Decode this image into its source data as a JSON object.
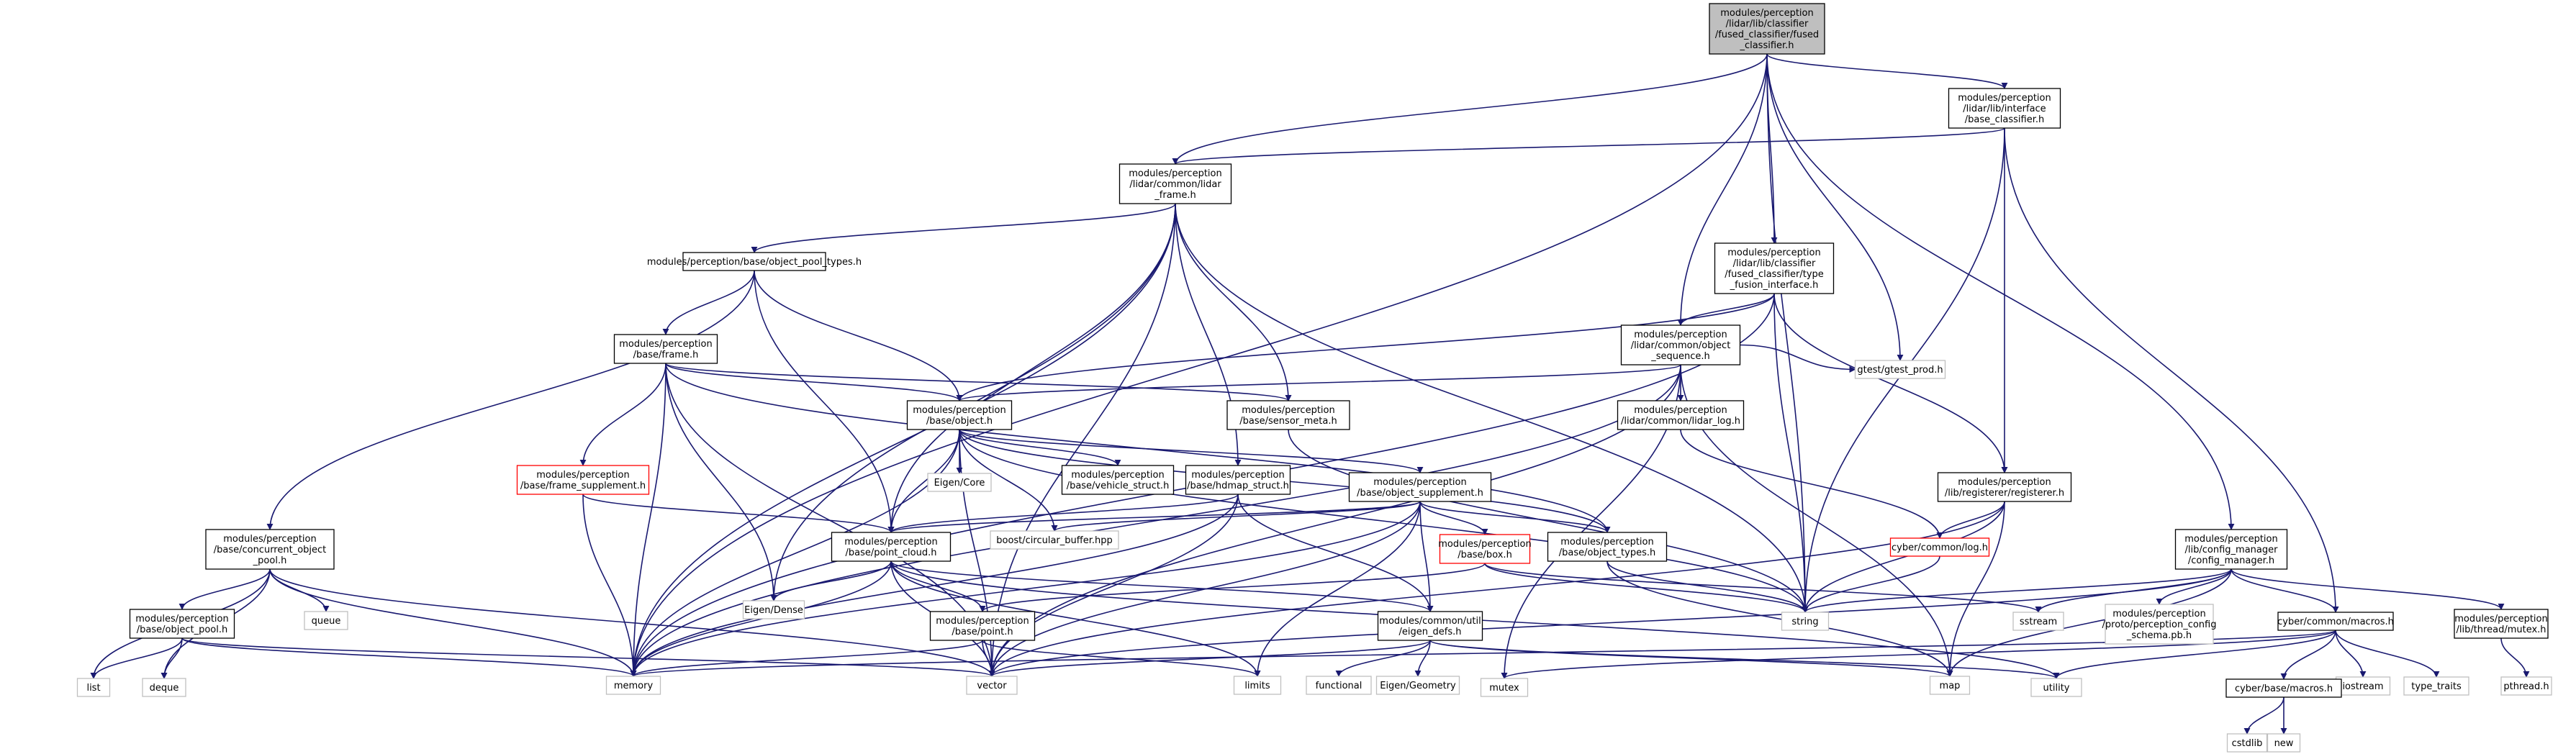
{
  "colors": {
    "edge": "#191970",
    "root_fill": "#bfbfbf",
    "normal_border": "#000000",
    "missing_border": "#ff0000",
    "external_border": "#bfbfbf"
  },
  "nodes": [
    {
      "id": "root",
      "lines": [
        "modules/perception",
        "/lidar/lib/classifier",
        "/fused_classifier/fused",
        "_classifier.h"
      ],
      "kind": "root"
    },
    {
      "id": "base_classifier",
      "lines": [
        "modules/perception",
        "/lidar/lib/interface",
        "/base_classifier.h"
      ],
      "kind": "normal"
    },
    {
      "id": "lidar_frame",
      "lines": [
        "modules/perception",
        "/lidar/common/lidar",
        "_frame.h"
      ],
      "kind": "normal"
    },
    {
      "id": "type_fusion",
      "lines": [
        "modules/perception",
        "/lidar/lib/classifier",
        "/fused_classifier/type",
        "_fusion_interface.h"
      ],
      "kind": "normal"
    },
    {
      "id": "object_pool_types",
      "lines": [
        "modules/perception/base/object_pool_types.h"
      ],
      "kind": "normal"
    },
    {
      "id": "object_sequence",
      "lines": [
        "modules/perception",
        "/lidar/common/object",
        "_sequence.h"
      ],
      "kind": "normal"
    },
    {
      "id": "frame",
      "lines": [
        "modules/perception",
        "/base/frame.h"
      ],
      "kind": "normal"
    },
    {
      "id": "object",
      "lines": [
        "modules/perception",
        "/base/object.h"
      ],
      "kind": "normal"
    },
    {
      "id": "sensor_meta",
      "lines": [
        "modules/perception",
        "/base/sensor_meta.h"
      ],
      "kind": "normal"
    },
    {
      "id": "gtest_prod",
      "lines": [
        "gtest/gtest_prod.h"
      ],
      "kind": "external"
    },
    {
      "id": "lidar_log",
      "lines": [
        "modules/perception",
        "/lidar/common/lidar_log.h"
      ],
      "kind": "normal"
    },
    {
      "id": "frame_supplement",
      "lines": [
        "modules/perception",
        "/base/frame_supplement.h"
      ],
      "kind": "missing"
    },
    {
      "id": "eigen_core",
      "lines": [
        "Eigen/Core"
      ],
      "kind": "external"
    },
    {
      "id": "vehicle_struct",
      "lines": [
        "modules/perception",
        "/base/vehicle_struct.h"
      ],
      "kind": "normal"
    },
    {
      "id": "hdmap_struct",
      "lines": [
        "modules/perception",
        "/base/hdmap_struct.h"
      ],
      "kind": "normal"
    },
    {
      "id": "object_supplement",
      "lines": [
        "modules/perception",
        "/base/object_supplement.h"
      ],
      "kind": "normal"
    },
    {
      "id": "registerer",
      "lines": [
        "modules/perception",
        "/lib/registerer/registerer.h"
      ],
      "kind": "normal"
    },
    {
      "id": "config_manager",
      "lines": [
        "modules/perception",
        "/lib/config_manager",
        "/config_manager.h"
      ],
      "kind": "normal"
    },
    {
      "id": "concurrent_object_pool",
      "lines": [
        "modules/perception",
        "/base/concurrent_object",
        "_pool.h"
      ],
      "kind": "normal"
    },
    {
      "id": "point_cloud",
      "lines": [
        "modules/perception",
        "/base/point_cloud.h"
      ],
      "kind": "normal"
    },
    {
      "id": "circular_buffer",
      "lines": [
        "boost/circular_buffer.hpp"
      ],
      "kind": "external"
    },
    {
      "id": "box",
      "lines": [
        "modules/perception",
        "/base/box.h"
      ],
      "kind": "missing"
    },
    {
      "id": "object_types",
      "lines": [
        "modules/perception",
        "/base/object_types.h"
      ],
      "kind": "normal"
    },
    {
      "id": "cyber_log",
      "lines": [
        "cyber/common/log.h"
      ],
      "kind": "missing"
    },
    {
      "id": "queue",
      "lines": [
        "queue"
      ],
      "kind": "external"
    },
    {
      "id": "eigen_dense",
      "lines": [
        "Eigen/Dense"
      ],
      "kind": "external"
    },
    {
      "id": "string",
      "lines": [
        "string"
      ],
      "kind": "external"
    },
    {
      "id": "sstream",
      "lines": [
        "sstream"
      ],
      "kind": "external"
    },
    {
      "id": "perception_config_schema",
      "lines": [
        "modules/perception",
        "/proto/perception_config",
        "_schema.pb.h"
      ],
      "kind": "external"
    },
    {
      "id": "cyber_macros",
      "lines": [
        "cyber/common/macros.h"
      ],
      "kind": "normal"
    },
    {
      "id": "thread_mutex",
      "lines": [
        "modules/perception",
        "/lib/thread/mutex.h"
      ],
      "kind": "normal"
    },
    {
      "id": "object_pool",
      "lines": [
        "modules/perception",
        "/base/object_pool.h"
      ],
      "kind": "normal"
    },
    {
      "id": "point",
      "lines": [
        "modules/perception",
        "/base/point.h"
      ],
      "kind": "normal"
    },
    {
      "id": "eigen_defs",
      "lines": [
        "modules/common/util",
        "/eigen_defs.h"
      ],
      "kind": "normal"
    },
    {
      "id": "list",
      "lines": [
        "list"
      ],
      "kind": "external"
    },
    {
      "id": "deque",
      "lines": [
        "deque"
      ],
      "kind": "external"
    },
    {
      "id": "memory",
      "lines": [
        "memory"
      ],
      "kind": "external"
    },
    {
      "id": "vector",
      "lines": [
        "vector"
      ],
      "kind": "external"
    },
    {
      "id": "limits",
      "lines": [
        "limits"
      ],
      "kind": "external"
    },
    {
      "id": "functional",
      "lines": [
        "functional"
      ],
      "kind": "external"
    },
    {
      "id": "eigen_geometry",
      "lines": [
        "Eigen/Geometry"
      ],
      "kind": "external"
    },
    {
      "id": "mutex",
      "lines": [
        "mutex"
      ],
      "kind": "external"
    },
    {
      "id": "map",
      "lines": [
        "map"
      ],
      "kind": "external"
    },
    {
      "id": "utility",
      "lines": [
        "utility"
      ],
      "kind": "external"
    },
    {
      "id": "iostream",
      "lines": [
        "iostream"
      ],
      "kind": "external"
    },
    {
      "id": "type_traits",
      "lines": [
        "type_traits"
      ],
      "kind": "external"
    },
    {
      "id": "pthread",
      "lines": [
        "pthread.h"
      ],
      "kind": "external"
    },
    {
      "id": "cyber_base_macros",
      "lines": [
        "cyber/base/macros.h"
      ],
      "kind": "normal"
    },
    {
      "id": "cstdlib",
      "lines": [
        "cstdlib"
      ],
      "kind": "external"
    },
    {
      "id": "new",
      "lines": [
        "new"
      ],
      "kind": "external"
    }
  ],
  "edges": [
    [
      "root",
      "base_classifier"
    ],
    [
      "root",
      "lidar_frame"
    ],
    [
      "root",
      "type_fusion"
    ],
    [
      "root",
      "object_sequence"
    ],
    [
      "root",
      "gtest_prod"
    ],
    [
      "root",
      "config_manager"
    ],
    [
      "root",
      "string"
    ],
    [
      "root",
      "memory"
    ],
    [
      "base_classifier",
      "lidar_frame"
    ],
    [
      "base_classifier",
      "registerer"
    ],
    [
      "base_classifier",
      "string"
    ],
    [
      "base_classifier",
      "cyber_macros"
    ],
    [
      "lidar_frame",
      "object_pool_types"
    ],
    [
      "lidar_frame",
      "sensor_meta"
    ],
    [
      "lidar_frame",
      "hdmap_struct"
    ],
    [
      "lidar_frame",
      "point_cloud"
    ],
    [
      "lidar_frame",
      "eigen_dense"
    ],
    [
      "lidar_frame",
      "string"
    ],
    [
      "lidar_frame",
      "memory"
    ],
    [
      "lidar_frame",
      "vector"
    ],
    [
      "type_fusion",
      "object_sequence"
    ],
    [
      "type_fusion",
      "object"
    ],
    [
      "type_fusion",
      "registerer"
    ],
    [
      "type_fusion",
      "string"
    ],
    [
      "type_fusion",
      "memory"
    ],
    [
      "object_pool_types",
      "frame"
    ],
    [
      "object_pool_types",
      "object"
    ],
    [
      "object_pool_types",
      "concurrent_object_pool"
    ],
    [
      "object_pool_types",
      "point_cloud"
    ],
    [
      "object_sequence",
      "object"
    ],
    [
      "object_sequence",
      "lidar_log"
    ],
    [
      "object_sequence",
      "gtest_prod"
    ],
    [
      "object_sequence",
      "map"
    ],
    [
      "object_sequence",
      "memory"
    ],
    [
      "object_sequence",
      "vector"
    ],
    [
      "object_sequence",
      "mutex"
    ],
    [
      "frame",
      "object"
    ],
    [
      "frame",
      "sensor_meta"
    ],
    [
      "frame",
      "frame_supplement"
    ],
    [
      "frame",
      "object_types"
    ],
    [
      "frame",
      "eigen_dense"
    ],
    [
      "frame",
      "memory"
    ],
    [
      "frame",
      "vector"
    ],
    [
      "object",
      "eigen_core"
    ],
    [
      "object",
      "vehicle_struct"
    ],
    [
      "object",
      "object_supplement"
    ],
    [
      "object",
      "point_cloud"
    ],
    [
      "object",
      "circular_buffer"
    ],
    [
      "object",
      "object_types"
    ],
    [
      "object",
      "string"
    ],
    [
      "object",
      "memory"
    ],
    [
      "object",
      "vector"
    ],
    [
      "sensor_meta",
      "string"
    ],
    [
      "lidar_log",
      "cyber_log"
    ],
    [
      "frame_supplement",
      "point_cloud"
    ],
    [
      "frame_supplement",
      "memory"
    ],
    [
      "hdmap_struct",
      "point_cloud"
    ],
    [
      "hdmap_struct",
      "eigen_defs"
    ],
    [
      "hdmap_struct",
      "memory"
    ],
    [
      "hdmap_struct",
      "vector"
    ],
    [
      "object_supplement",
      "box"
    ],
    [
      "object_supplement",
      "object_types"
    ],
    [
      "object_supplement",
      "point_cloud"
    ],
    [
      "object_supplement",
      "circular_buffer"
    ],
    [
      "object_supplement",
      "eigen_defs"
    ],
    [
      "object_supplement",
      "limits"
    ],
    [
      "object_supplement",
      "memory"
    ],
    [
      "object_supplement",
      "vector"
    ],
    [
      "registerer",
      "cyber_log"
    ],
    [
      "registerer",
      "map"
    ],
    [
      "registerer",
      "string"
    ],
    [
      "registerer",
      "vector"
    ],
    [
      "config_manager",
      "perception_config_schema"
    ],
    [
      "config_manager",
      "cyber_macros"
    ],
    [
      "config_manager",
      "thread_mutex"
    ],
    [
      "config_manager",
      "string"
    ],
    [
      "config_manager",
      "sstream"
    ],
    [
      "config_manager",
      "map"
    ],
    [
      "config_manager",
      "vector"
    ],
    [
      "concurrent_object_pool",
      "object_pool"
    ],
    [
      "concurrent_object_pool",
      "queue"
    ],
    [
      "concurrent_object_pool",
      "list"
    ],
    [
      "concurrent_object_pool",
      "deque"
    ],
    [
      "concurrent_object_pool",
      "memory"
    ],
    [
      "concurrent_object_pool",
      "vector"
    ],
    [
      "point_cloud",
      "point"
    ],
    [
      "point_cloud",
      "eigen_defs"
    ],
    [
      "point_cloud",
      "eigen_dense"
    ],
    [
      "point_cloud",
      "limits"
    ],
    [
      "point_cloud",
      "utility"
    ],
    [
      "point_cloud",
      "memory"
    ],
    [
      "point_cloud",
      "vector"
    ],
    [
      "box",
      "point"
    ],
    [
      "box",
      "string"
    ],
    [
      "box",
      "sstream"
    ],
    [
      "object_types",
      "string"
    ],
    [
      "object_types",
      "map"
    ],
    [
      "cyber_log",
      "string"
    ],
    [
      "cyber_macros",
      "cyber_base_macros"
    ],
    [
      "cyber_macros",
      "iostream"
    ],
    [
      "cyber_macros",
      "type_traits"
    ],
    [
      "cyber_macros",
      "memory"
    ],
    [
      "cyber_macros",
      "mutex"
    ],
    [
      "cyber_macros",
      "utility"
    ],
    [
      "thread_mutex",
      "pthread"
    ],
    [
      "object_pool",
      "list"
    ],
    [
      "object_pool",
      "deque"
    ],
    [
      "object_pool",
      "memory"
    ],
    [
      "object_pool",
      "vector"
    ],
    [
      "point",
      "limits"
    ],
    [
      "point",
      "memory"
    ],
    [
      "point",
      "vector"
    ],
    [
      "eigen_defs",
      "functional"
    ],
    [
      "eigen_defs",
      "eigen_geometry"
    ],
    [
      "eigen_defs",
      "map"
    ],
    [
      "eigen_defs",
      "vector"
    ],
    [
      "eigen_defs",
      "utility"
    ],
    [
      "cyber_base_macros",
      "cstdlib"
    ],
    [
      "cyber_base_macros",
      "new"
    ]
  ]
}
